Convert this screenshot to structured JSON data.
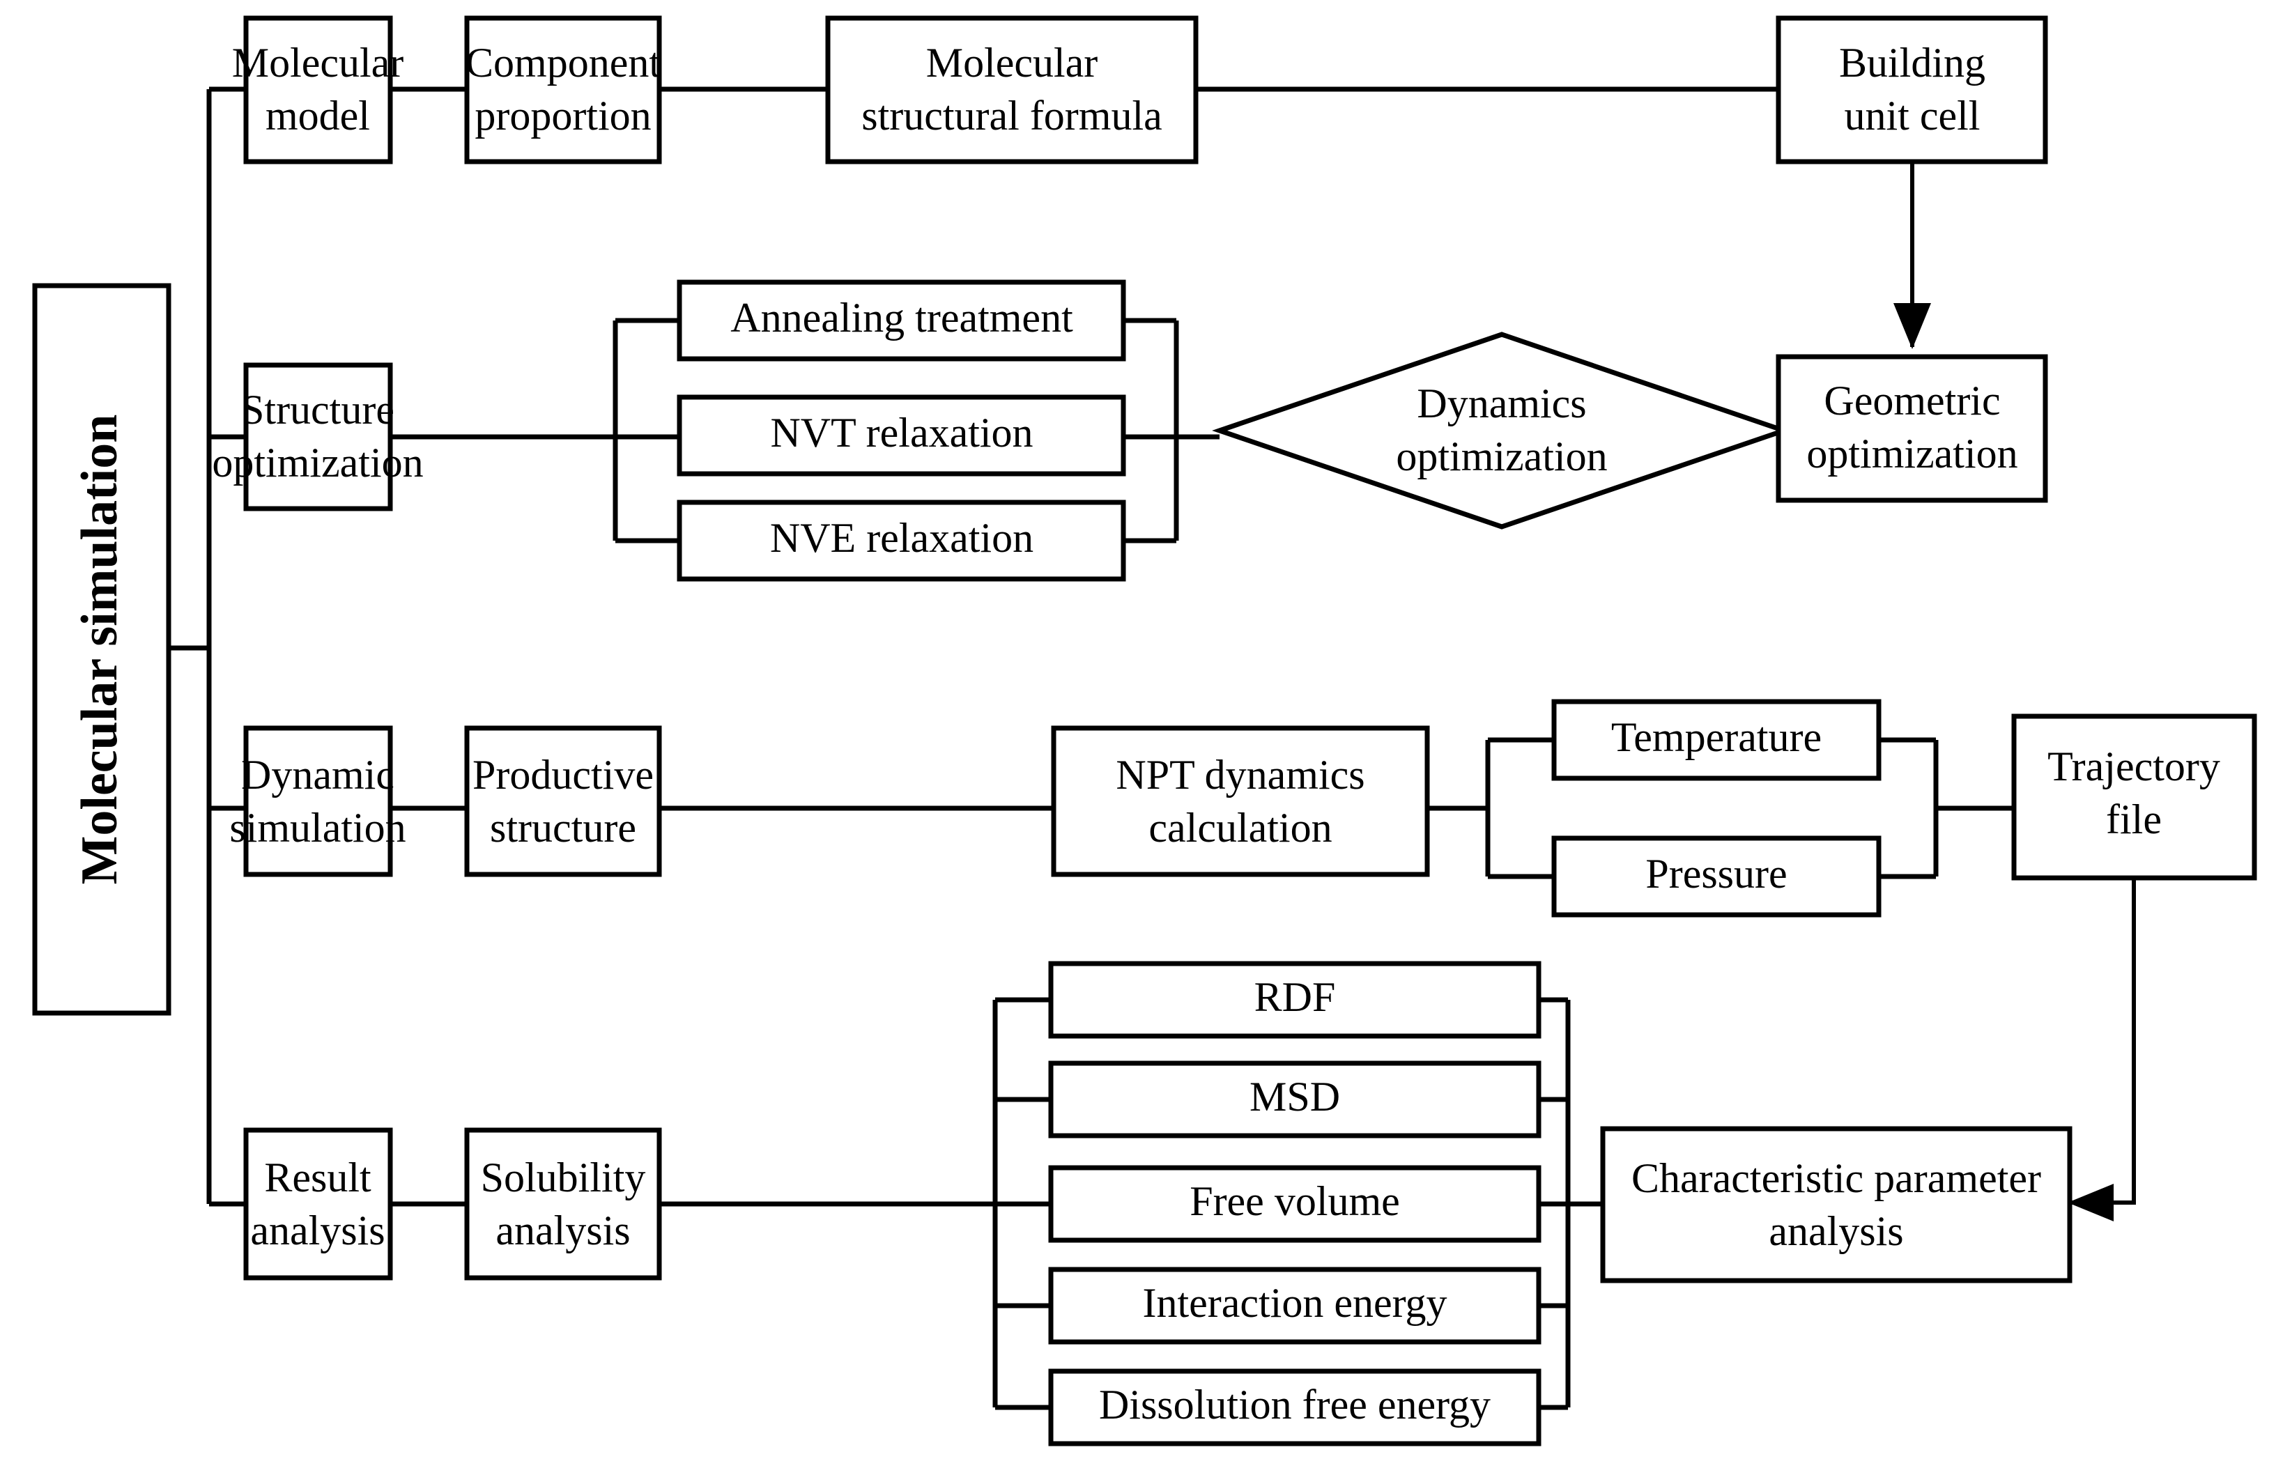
{
  "diagram": {
    "title": "Molecular simulation workflow flowchart",
    "root": {
      "label": "Molecular simulation"
    },
    "stages": [
      {
        "id": "molecular-model",
        "label_line1": "Molecular",
        "label_line2": "model"
      },
      {
        "id": "structure-optimization",
        "label_line1": "Structure",
        "label_line2": "optimization"
      },
      {
        "id": "dynamic-simulation",
        "label_line1": "Dynamic",
        "label_line2": "simulation"
      },
      {
        "id": "result-analysis",
        "label_line1": "Result",
        "label_line2": "analysis"
      }
    ],
    "row1": [
      {
        "id": "component-proportion",
        "label_line1": "Component",
        "label_line2": "proportion"
      },
      {
        "id": "molecular-structural-formula",
        "label_line1": "Molecular",
        "label_line2": "structural formula"
      },
      {
        "id": "building-unit-cell",
        "label_line1": "Building",
        "label_line2": "unit cell"
      }
    ],
    "row2": {
      "branches": [
        {
          "id": "annealing-treatment",
          "label": "Annealing treatment"
        },
        {
          "id": "nvt-relaxation",
          "label": "NVT relaxation"
        },
        {
          "id": "nve-relaxation",
          "label": "NVE relaxation"
        }
      ],
      "decision": {
        "id": "dynamics-optimization",
        "label_line1": "Dynamics",
        "label_line2": "optimization"
      },
      "target": {
        "id": "geometric-optimization",
        "label_line1": "Geometric",
        "label_line2": "optimization"
      }
    },
    "row3": {
      "steps": [
        {
          "id": "productive-structure",
          "label_line1": "Productive",
          "label_line2": "structure"
        },
        {
          "id": "npt-dynamics-calculation",
          "label_line1": "NPT dynamics",
          "label_line2": "calculation"
        }
      ],
      "branches": [
        {
          "id": "temperature",
          "label": "Temperature"
        },
        {
          "id": "pressure",
          "label": "Pressure"
        }
      ],
      "output": {
        "id": "trajectory-file",
        "label_line1": "Trajectory",
        "label_line2": "file"
      }
    },
    "row4": {
      "step": {
        "id": "solubility-analysis",
        "label_line1": "Solubility",
        "label_line2": "analysis"
      },
      "branches": [
        {
          "id": "rdf",
          "label": "RDF"
        },
        {
          "id": "msd",
          "label": "MSD"
        },
        {
          "id": "free-volume",
          "label": "Free volume"
        },
        {
          "id": "interaction-energy",
          "label": "Interaction energy"
        },
        {
          "id": "dissolution-free-energy",
          "label": "Dissolution free energy"
        }
      ],
      "output": {
        "id": "characteristic-parameter-analysis",
        "label_line1": "Characteristic parameter",
        "label_line2": "analysis"
      }
    },
    "colors": {
      "stroke": "#000000",
      "fill": "#ffffff",
      "text": "#000000"
    }
  }
}
